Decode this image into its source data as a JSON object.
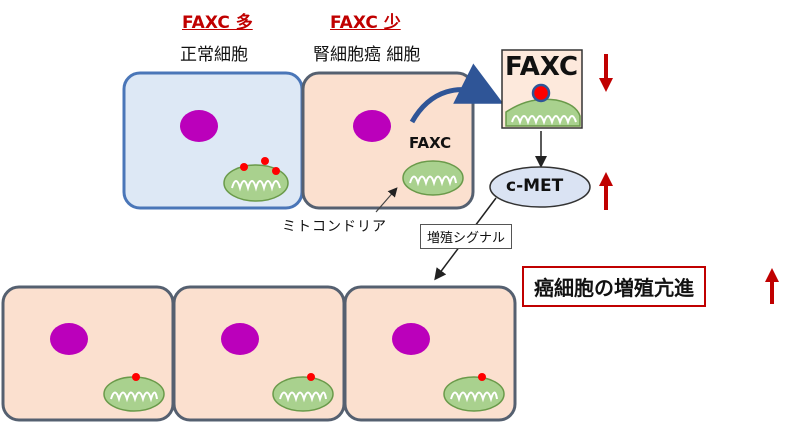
{
  "headers": {
    "normal_faxc": "FAXC 多",
    "cancer_faxc": "FAXC 少",
    "normal_cell": "正常細胞",
    "cancer_cell": "腎細胞癌 細胞"
  },
  "labels": {
    "faxc_small": "FAXC",
    "faxc_box": "FAXC",
    "mitochondria": "ミトコンドリア",
    "cmet": "c-MET",
    "signal": "増殖シグナル",
    "result": "癌細胞の増殖亢進"
  },
  "colors": {
    "normal_fill": "#dde8f5",
    "normal_border": "#4a76b8",
    "cancer_fill": "#fbe0cf",
    "cancer_border": "#556070",
    "nucleus": "#bb00bb",
    "mito_fill": "#a9d18e",
    "mito_border": "#6a9a4a",
    "faxc_dot": "#ff0000",
    "arrow_red": "#c00000",
    "curved_arrow": "#2f5597",
    "cmet_fill": "#dae3f3"
  },
  "icons": {
    "up_arrow": "arrow-up-icon",
    "down_arrow": "arrow-down-icon"
  }
}
